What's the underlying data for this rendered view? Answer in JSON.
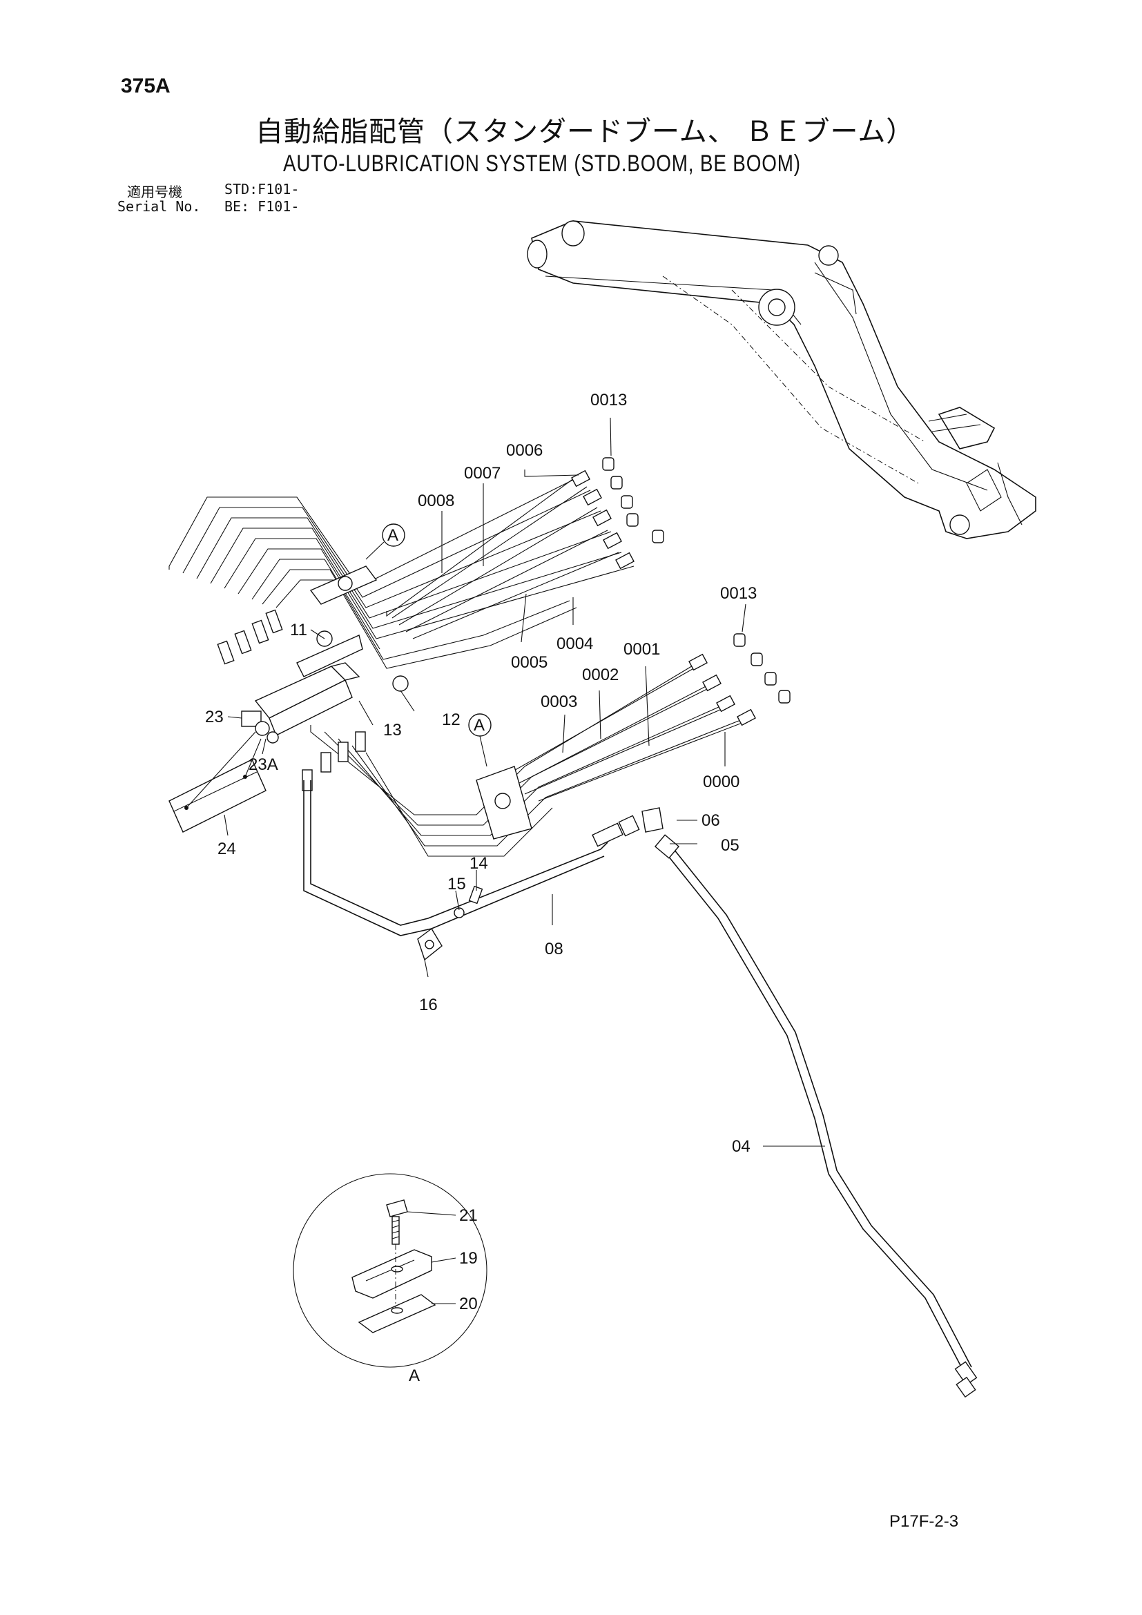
{
  "header": {
    "page_number": "375A",
    "title_jp": "自動給脂配管（スタンダードブーム、 ＢＥブーム）",
    "title_en": "AUTO-LUBRICATION SYSTEM (STD.BOOM, BE BOOM)",
    "serial_label_jp": "適用号機",
    "serial_label_en": "Serial No.",
    "serial_std": "STD:F101-",
    "serial_be": "BE: F101-"
  },
  "part_labels": {
    "p0013a": "0013",
    "p0013b": "0013",
    "p0006": "0006",
    "p0007": "0007",
    "p0008": "0008",
    "p0005": "0005",
    "p0004": "0004",
    "p0003": "0003",
    "p0002": "0002",
    "p0001": "0001",
    "p0000": "0000",
    "p11": "11",
    "p12": "12",
    "p13": "13",
    "p23": "23",
    "p23A": "23A",
    "p24": "24",
    "p06": "06",
    "p05": "05",
    "p14": "14",
    "p15": "15",
    "p16": "16",
    "p08": "08",
    "p04": "04",
    "p21": "21",
    "p19": "19",
    "p20": "20",
    "detailA": "A",
    "calloutA1": "A",
    "calloutA2": "A"
  },
  "footer": {
    "code": "P17F-2-3"
  }
}
